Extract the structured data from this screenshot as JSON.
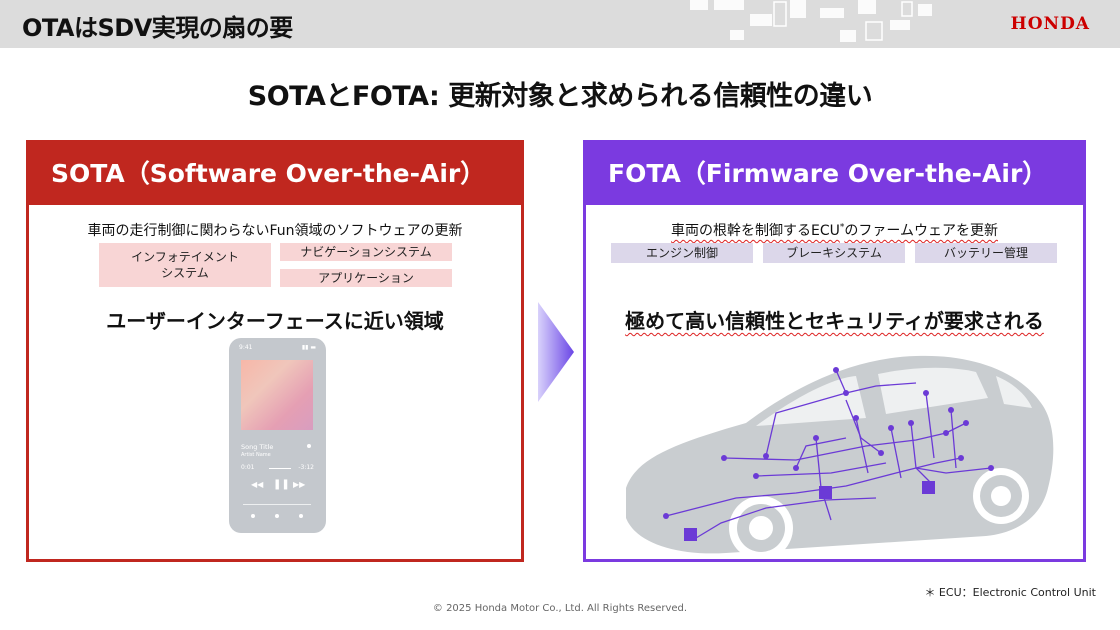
{
  "header": {
    "title": "OTAはSDV実現の扇の要",
    "logo_text": "HONDA"
  },
  "headline": "SOTAとFOTA: 更新対象と求められる信頼性の違い",
  "sota": {
    "title": "SOTA（Software Over-the-Air）",
    "description": "車両の走行制御に関わらないFun領域のソフトウェアの更新",
    "tags": [
      "インフォテイメント",
      "システム",
      "ナビゲーションシステム",
      "アプリケーション"
    ],
    "emphasis": "ユーザーインターフェースに近い領域",
    "phone": {
      "status_left": "9:41",
      "song_title": "Song Title",
      "artist": "Artist Name",
      "time_elapsed": "0:01",
      "time_remaining": "-3:12"
    }
  },
  "fota": {
    "title": "FOTA（Firmware Over-the-Air）",
    "description_pre": "車両の根幹を制御するECU",
    "description_sup": "*",
    "description_post": "のファームウェアを更新",
    "tags": [
      "エンジン制御",
      "ブレーキシステム",
      "バッテリー管理"
    ],
    "emphasis": "極めて高い信頼性とセキュリティが要求される"
  },
  "footnote": "＊ ECU：Electronic Control Unit",
  "copyright": "© 2025 Honda Motor Co., Ltd. All Rights Reserved.",
  "colors": {
    "sota_accent": "#c0271f",
    "fota_accent": "#7b3ae0",
    "honda_red": "#cc0000"
  }
}
